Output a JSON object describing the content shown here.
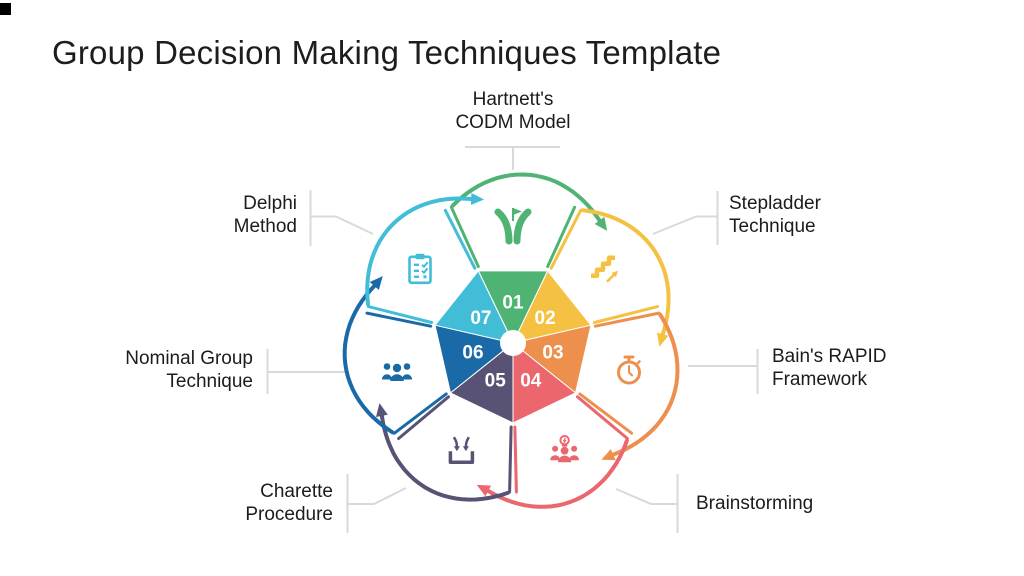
{
  "title": "Group Decision Making Techniques Template",
  "diagram": {
    "connector_color": "#d9d9d9",
    "center_dot_color": "#ffffff",
    "number_text_color": "#ffffff",
    "segments": [
      {
        "number": "01",
        "label": "Hartnett's\nCODM Model",
        "color": "#4FB374",
        "icon": "fork-road"
      },
      {
        "number": "02",
        "label": "Stepladder\nTechnique",
        "color": "#F5C142",
        "icon": "stairs"
      },
      {
        "number": "03",
        "label": "Bain's RAPID\nFramework",
        "color": "#ED904E",
        "icon": "stopwatch"
      },
      {
        "number": "04",
        "label": "Brainstorming",
        "color": "#EB666D",
        "icon": "team-idea"
      },
      {
        "number": "05",
        "label": "Charette\nProcedure",
        "color": "#585374",
        "icon": "tray-collect"
      },
      {
        "number": "06",
        "label": "Nominal Group\nTechnique",
        "color": "#1A6AA8",
        "icon": "people-group"
      },
      {
        "number": "07",
        "label": "Delphi\nMethod",
        "color": "#42BDD8",
        "icon": "clipboard-checklist"
      }
    ]
  }
}
